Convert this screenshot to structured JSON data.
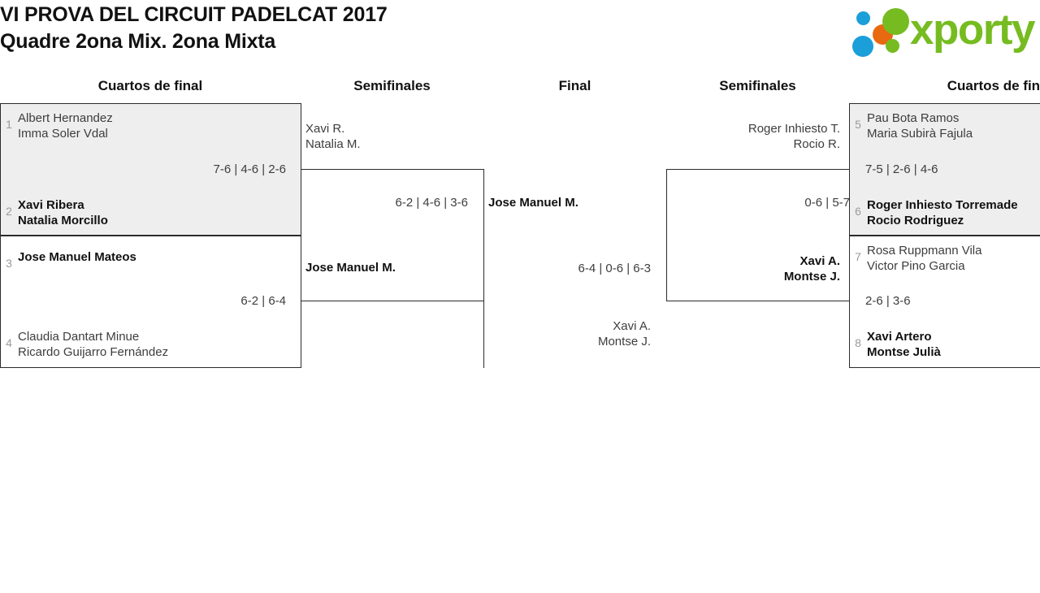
{
  "header": {
    "title_line1": "VI PROVA DEL CIRCUIT PADELCAT 2017",
    "title_line2": "Quadre 2ona Mix. 2ona Mixta",
    "logo_text": "xporty",
    "logo_colors": {
      "green": "#76bc21",
      "blue": "#1a9fd9",
      "orange": "#e8690f"
    }
  },
  "columns": {
    "qf_left": "Cuartos de final",
    "sf_left": "Semifinales",
    "final": "Final",
    "sf_right": "Semifinales",
    "qf_right": "Cuartos de final"
  },
  "bracket": {
    "quarterfinals_left": [
      {
        "top": {
          "seed": "1",
          "line1": "Albert Hernandez",
          "line2": "Imma Soler Vdal",
          "winner": false
        },
        "bottom": {
          "seed": "2",
          "line1": "Xavi Ribera",
          "line2": "Natalia Morcillo",
          "winner": true
        },
        "score": "7-6 | 4-6 | 2-6",
        "highlighted": true
      },
      {
        "top": {
          "seed": "3",
          "line1": "Jose Manuel Mateos",
          "line2": "",
          "winner": true
        },
        "bottom": {
          "seed": "4",
          "line1": "Claudia Dantart Minue",
          "line2": "Ricardo Guijarro Fernández",
          "winner": false
        },
        "score": "6-2 | 6-4",
        "highlighted": false
      }
    ],
    "semifinal_left": {
      "top": {
        "line1": "Xavi R.",
        "line2": "Natalia M.",
        "winner": false
      },
      "bottom": {
        "line1": "Jose Manuel M.",
        "line2": "",
        "winner": true
      },
      "score": "6-2 | 4-6 | 3-6"
    },
    "final": {
      "top": {
        "line1": "Jose Manuel M.",
        "line2": "",
        "winner": true
      },
      "bottom": {
        "line1": "Xavi A.",
        "line2": "Montse J.",
        "winner": false
      },
      "score": "6-4 | 0-6 | 6-3"
    },
    "semifinal_right": {
      "top": {
        "line1": "Roger Inhiesto T.",
        "line2": "Rocio R.",
        "winner": false
      },
      "bottom": {
        "line1": "Xavi A.",
        "line2": "Montse J.",
        "winner": true
      },
      "score": "0-6 | 5-7"
    },
    "quarterfinals_right": [
      {
        "top": {
          "seed": "5",
          "line1": "Pau Bota Ramos",
          "line2": "Maria Subirà Fajula",
          "winner": false
        },
        "bottom": {
          "seed": "6",
          "line1": "Roger Inhiesto Torremade",
          "line2": "Rocio Rodriguez",
          "winner": true
        },
        "score": "7-5 | 2-6 | 4-6",
        "highlighted": true
      },
      {
        "top": {
          "seed": "7",
          "line1": "Rosa Ruppmann Vila",
          "line2": "Victor Pino Garcia",
          "winner": false
        },
        "bottom": {
          "seed": "8",
          "line1": "Xavi Artero",
          "line2": "Montse Julià",
          "winner": true
        },
        "score": "2-6 | 3-6",
        "highlighted": false
      }
    ]
  }
}
